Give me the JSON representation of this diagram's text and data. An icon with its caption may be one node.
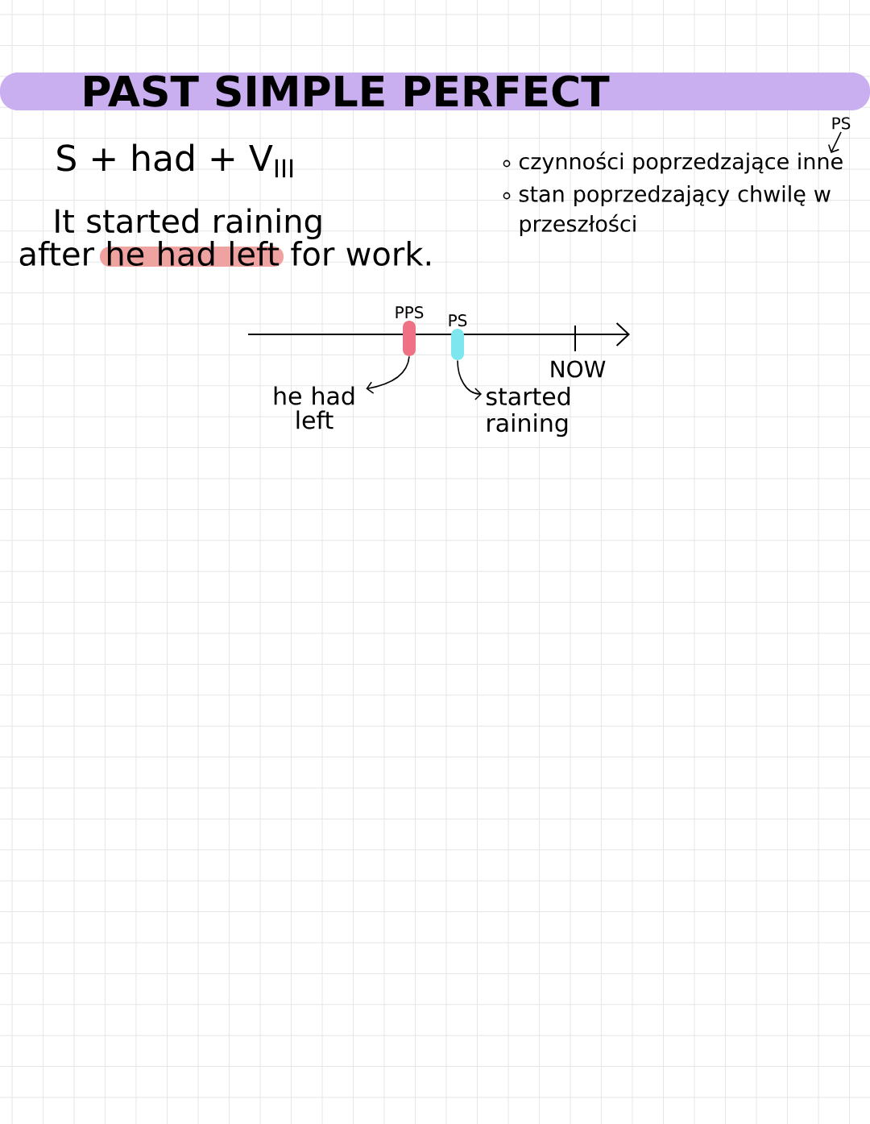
{
  "diagram": {
    "title": "PAST SIMPLE PERFECT",
    "nodes": [
      {
        "text": [
          "PS"
        ]
      },
      {
        "text": [
          "czynności poprzedzające inne"
        ]
      },
      {
        "text": [
          "PPS"
        ]
      },
      {
        "text": [
          "PS"
        ]
      },
      {
        "text": [
          "he had left"
        ]
      },
      {
        "text": [
          "started raining"
        ]
      }
    ],
    "edges": [
      {
        "from": 0,
        "to": 1,
        "arrow": "to"
      },
      {
        "from": 2,
        "to": 4,
        "arrow": "to"
      },
      {
        "from": 3,
        "to": 5,
        "arrow": "to"
      }
    ],
    "labels": [
      "S + had + V$_{III}$",
      "It started raining after he had left for work.",
      "stan poprzedzający chwilę w przeszłości",
      "NOW"
    ]
  }
}
